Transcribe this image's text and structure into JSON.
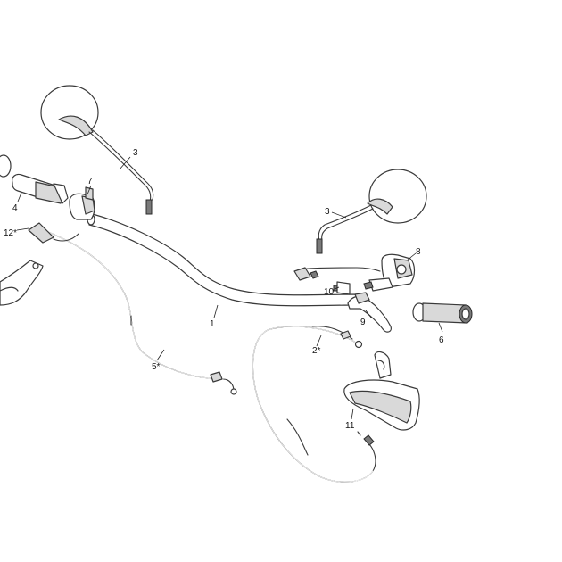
{
  "callouts": {
    "c1": "1",
    "c2": "2*",
    "c3a": "3",
    "c3b": "3",
    "c4": "4",
    "c5": "5*",
    "c6": "6",
    "c7": "7",
    "c8": "8",
    "c9": "9",
    "c10": "10",
    "c11": "11",
    "c12": "12*"
  },
  "colors": {
    "line": "#3a3a3a",
    "fill": "#ffffff",
    "shade": "#d9d9d9",
    "dark": "#7a7a7a"
  }
}
